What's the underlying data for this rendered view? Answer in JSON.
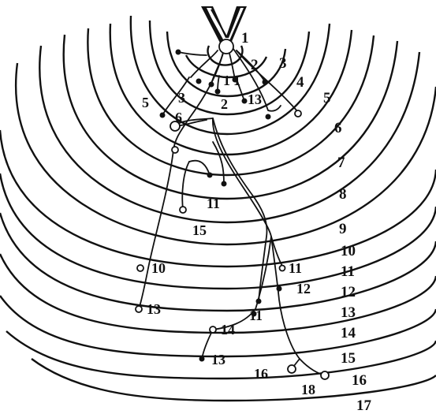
{
  "ring_labels": [
    "1",
    "2",
    "3",
    "4",
    "5",
    "6",
    "7",
    "8",
    "9",
    "10",
    "11",
    "12",
    "13",
    "14",
    "15",
    "16",
    "17"
  ],
  "point_labels": [
    "1",
    "1",
    "2",
    "3",
    "5",
    "6",
    "13",
    "11",
    "15",
    "10",
    "11",
    "12",
    "13",
    "11",
    "14",
    "13",
    "16",
    "18"
  ]
}
